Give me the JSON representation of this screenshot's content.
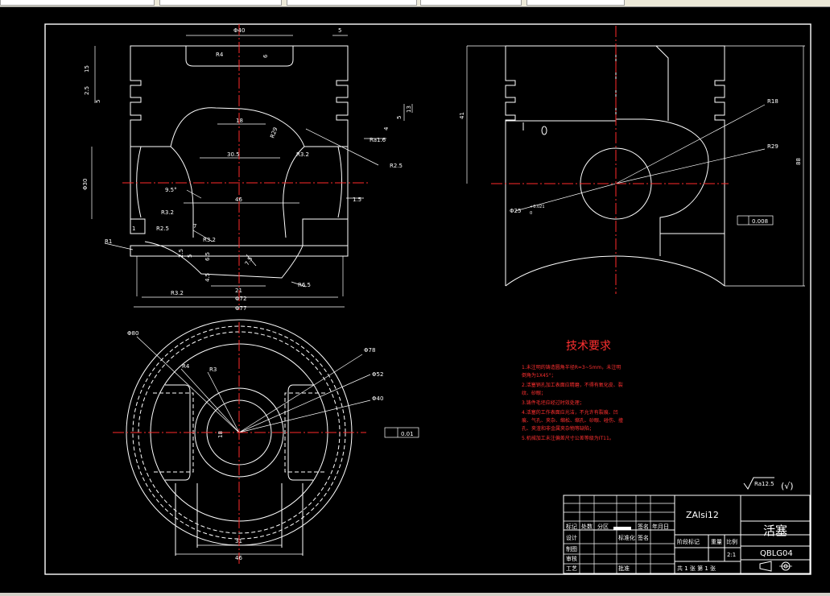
{
  "window": {
    "tabs": [
      "",
      "",
      "",
      "",
      ""
    ]
  },
  "drawing": {
    "front_view": {
      "dims": [
        "Φ40",
        "5",
        "R4",
        "6",
        "15",
        "2.5",
        "5",
        "18",
        "R29",
        "30.5",
        "R3.2",
        "Ra1.6",
        "R2.5",
        "46",
        "Φ30",
        "9.5°",
        "1.5",
        "R3.2",
        "1",
        "R2.5",
        "7",
        "R3.2",
        "R1",
        "6.5",
        "2.5",
        "5",
        "4.5",
        "7.5",
        "21",
        "R6.5",
        "R3.2",
        "Φ72",
        "Φ77",
        "4",
        "5",
        "13"
      ]
    },
    "side_view": {
      "dims": [
        "R18",
        "R29",
        "41",
        "88",
        "Φ25",
        "+0.021",
        "0",
        "0.008"
      ]
    },
    "top_view": {
      "dims": [
        "Φ80",
        "R4",
        "R3",
        "Φ78",
        "Φ52",
        "Φ40",
        "18",
        "0.01",
        "31",
        "46"
      ]
    },
    "tech_requirements": {
      "title": "技术要求",
      "items": [
        "1.未注明的铸造圆角半径R=3~5mm，未注明",
        "  倒角为1X45°；",
        "2.活塞销孔加工表面应精磨，不得有氧化皮、裂",
        "  纹、砂眼；",
        "3.铸件毛坯应经过时效处理；",
        "4.活塞的工作表面应光洁，不允许有裂痕、凹",
        "  痕、气孔、夹杂、缩松、缩孔、砂眼、碰伤、撞",
        "  孔、夹渣和非金属夹杂物等缺陷；",
        "5.机械加工未注偏差尺寸公差等级为IT11。"
      ]
    },
    "roughness_note": "Ra12.5",
    "roughness_suffix": "(√)",
    "title_block": {
      "material": "ZAlsi12",
      "part_name": "活塞",
      "drawing_no": "QBLG04",
      "scale": "2:1",
      "rev_cols": [
        "标记",
        "处数",
        "分区"
      ],
      "rev_cols2": [
        "签名",
        "年月日"
      ],
      "rows": [
        "设计",
        "制图",
        "审核",
        "工艺"
      ],
      "std_label": "标准化",
      "sign": "签名",
      "approve": "批准",
      "stage_label": "阶段标记",
      "weight_label": "重量",
      "scale_label": "比例",
      "sheets": "共 1 张  第 1 张"
    }
  }
}
